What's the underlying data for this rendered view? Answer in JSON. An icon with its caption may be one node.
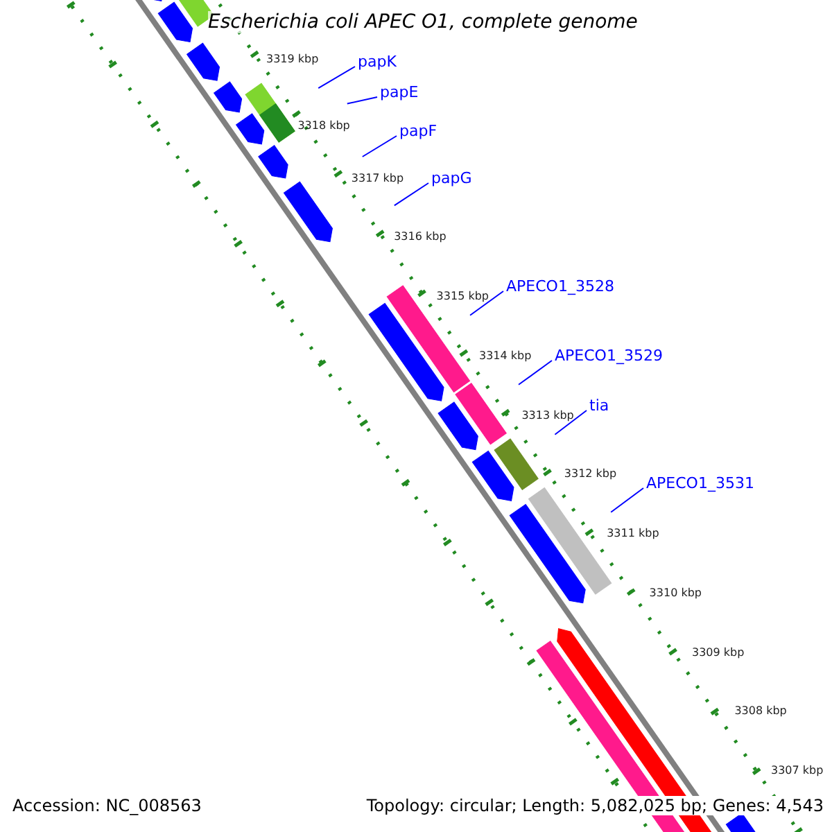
{
  "diagram": {
    "title": "Escherichia coli APEC O1, complete genome",
    "nodes": [
      {
        "text": [
          "papK"
        ]
      },
      {
        "text": [
          "papE"
        ]
      },
      {
        "text": [
          "papF"
        ]
      },
      {
        "text": [
          "papG"
        ]
      },
      {
        "text": [
          "APECO1_3528"
        ]
      },
      {
        "text": [
          "APECO1_3529"
        ]
      },
      {
        "text": [
          "tia"
        ]
      },
      {
        "text": [
          "APECO1_3531"
        ]
      }
    ],
    "edges": [
      {
        "from": 0,
        "to": null,
        "arrow": "none"
      },
      {
        "from": 1,
        "to": null,
        "arrow": "none"
      },
      {
        "from": 2,
        "to": null,
        "arrow": "none"
      },
      {
        "from": 3,
        "to": null,
        "arrow": "none"
      },
      {
        "from": 4,
        "to": null,
        "arrow": "none"
      },
      {
        "from": 5,
        "to": null,
        "arrow": "none"
      },
      {
        "from": 6,
        "to": null,
        "arrow": "none"
      },
      {
        "from": 7,
        "to": null,
        "arrow": "none"
      }
    ],
    "labels": [
      "3319 kbp",
      "3318 kbp",
      "3317 kbp",
      "3316 kbp",
      "3315 kbp",
      "3314 kbp",
      "3313 kbp",
      "3312 kbp",
      "3311 kbp",
      "3310 kbp",
      "3309 kbp",
      "3308 kbp",
      "3307 kbp",
      "Accession: NC_008563",
      "Topology: circular; Length: 5,082,025 bp; Genes: 4,543"
    ]
  }
}
